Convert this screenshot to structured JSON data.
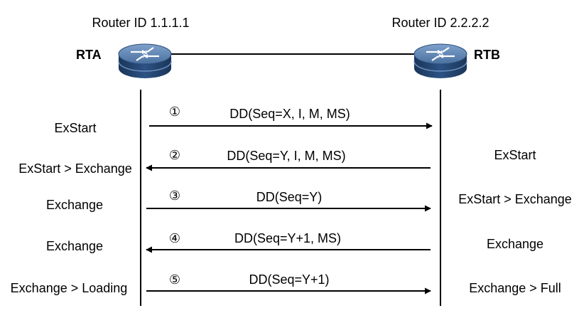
{
  "routers": {
    "left": {
      "id_label": "Router ID 1.1.1.1",
      "name": "RTA"
    },
    "right": {
      "id_label": "Router ID 2.2.2.2",
      "name": "RTB"
    }
  },
  "colors": {
    "router_top": "#5b82b0",
    "router_side": "#1f3f66",
    "line": "#000000"
  },
  "messages": [
    {
      "num": "①",
      "text": "DD(Seq=X, I, M, MS)",
      "direction": "right",
      "left_state": "ExStart",
      "right_state": ""
    },
    {
      "num": "②",
      "text": "DD(Seq=Y, I, M, MS)",
      "direction": "left",
      "left_state": "ExStart > Exchange",
      "right_state": "ExStart"
    },
    {
      "num": "③",
      "text": "DD(Seq=Y)",
      "direction": "right",
      "left_state": "Exchange",
      "right_state": "ExStart > Exchange"
    },
    {
      "num": "④",
      "text": "DD(Seq=Y+1, MS)",
      "direction": "left",
      "left_state": "Exchange",
      "right_state": "Exchange"
    },
    {
      "num": "⑤",
      "text": "DD(Seq=Y+1)",
      "direction": "right",
      "left_state": "Exchange > Loading",
      "right_state": "Exchange > Full"
    }
  ]
}
